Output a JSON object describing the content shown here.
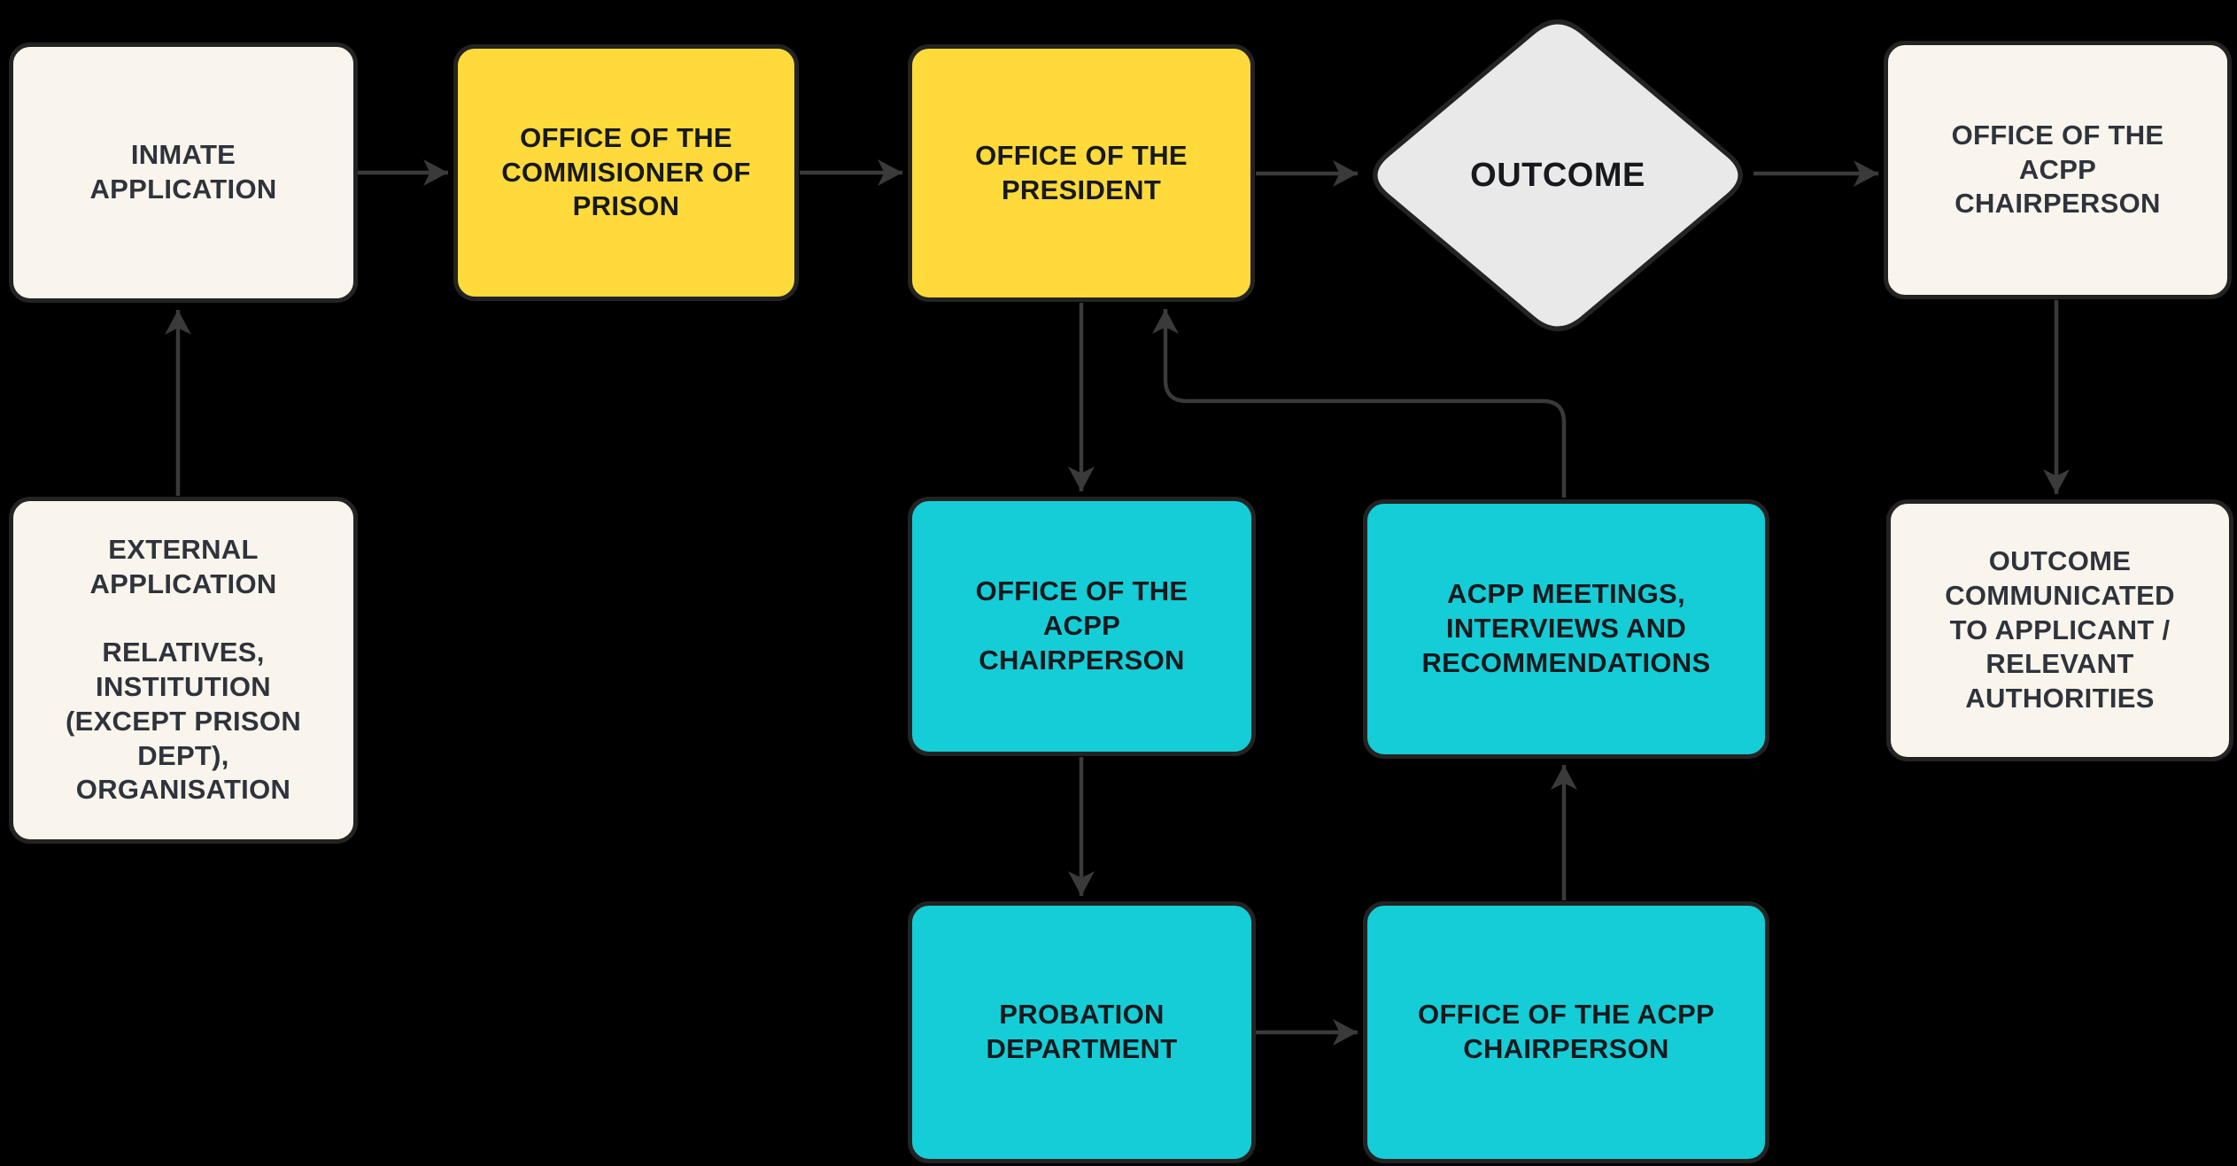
{
  "colors": {
    "background": "#000000",
    "node-cream": "#FAF5EC",
    "node-yellow": "#FFDA3B",
    "node-teal": "#15CDD6",
    "node-gray": "#E9E9E9",
    "node-border": "#232323",
    "connector": "#3A3A3A",
    "text-dark": "#17191D",
    "text-slate": "#2E333C"
  },
  "nodes": {
    "inmate": {
      "label": "INMATE\nAPPLICATION"
    },
    "commissioner": {
      "label": "OFFICE OF THE\nCOMMISIONER OF\nPRISON"
    },
    "president": {
      "label": "OFFICE OF THE\nPRESIDENT"
    },
    "outcome": {
      "label": "OUTCOME"
    },
    "acpp_top": {
      "label": "OFFICE OF THE\nACPP\nCHAIRPERSON"
    },
    "external": {
      "label": "EXTERNAL\nAPPLICATION\n\nRELATIVES,\nINSTITUTION\n(EXCEPT PRISON\nDEPT),\nORGANISATION"
    },
    "acpp_mid": {
      "label": "OFFICE OF THE\nACPP\nCHAIRPERSON"
    },
    "meetings": {
      "label": "ACPP MEETINGS,\nINTERVIEWS AND\nRECOMMENDATIONS"
    },
    "outcome_comm": {
      "label": "OUTCOME\nCOMMUNICATED\nTO APPLICANT /\nRELEVANT\nAUTHORITIES"
    },
    "probation": {
      "label": "PROBATION\nDEPARTMENT"
    },
    "acpp_bottom": {
      "label": "OFFICE OF THE ACPP\nCHAIRPERSON"
    }
  },
  "edges": [
    {
      "from": "external",
      "to": "inmate"
    },
    {
      "from": "inmate",
      "to": "commissioner"
    },
    {
      "from": "commissioner",
      "to": "president"
    },
    {
      "from": "president",
      "to": "outcome"
    },
    {
      "from": "outcome",
      "to": "acpp_top"
    },
    {
      "from": "acpp_top",
      "to": "outcome_comm"
    },
    {
      "from": "president",
      "to": "acpp_mid"
    },
    {
      "from": "acpp_mid",
      "to": "probation"
    },
    {
      "from": "probation",
      "to": "acpp_bottom"
    },
    {
      "from": "acpp_bottom",
      "to": "meetings"
    },
    {
      "from": "meetings",
      "to": "president"
    }
  ]
}
